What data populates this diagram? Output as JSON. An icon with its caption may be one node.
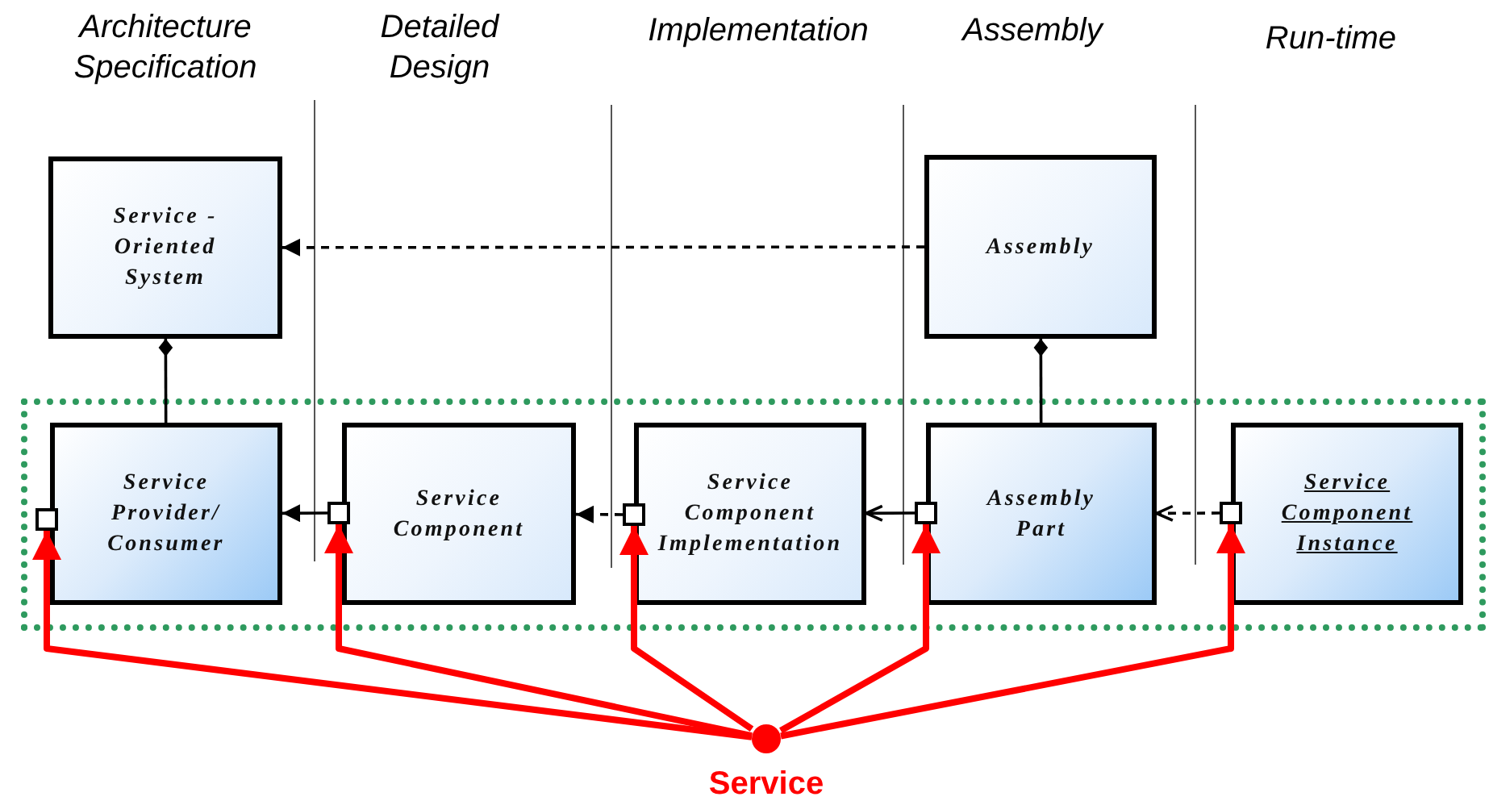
{
  "diagram": {
    "nodes": [
      {
        "text": [
          "Service - Oriented System"
        ]
      },
      {
        "text": [
          "Assembly"
        ]
      },
      {
        "text": [],
        "shape": "box"
      },
      {
        "text": [
          "Service Provider/ Consumer"
        ],
        "in": 2
      },
      {
        "text": [
          "Service Component"
        ],
        "in": 2
      },
      {
        "text": [
          "Service Component Implementation"
        ],
        "in": 2
      },
      {
        "text": [
          "Assembly Part"
        ],
        "in": 2
      },
      {
        "text": [
          "Service Component Instance"
        ],
        "in": 2
      },
      {
        "text": [],
        "shape": "box",
        "in": 2
      },
      {
        "text": [],
        "shape": "box",
        "in": 2
      },
      {
        "text": [],
        "shape": "box",
        "in": 2
      },
      {
        "text": [],
        "shape": "box",
        "in": 2
      },
      {
        "text": [],
        "shape": "box",
        "in": 2
      },
      {
        "text": [
          "Service"
        ]
      }
    ],
    "edges": [
      {
        "from": 1,
        "to": 0,
        "arrow": "to",
        "style": "dashed"
      },
      {
        "from": 0,
        "to": 3,
        "arrow": "other"
      },
      {
        "from": 1,
        "to": 6,
        "arrow": "other"
      },
      {
        "from": 9,
        "to": 3,
        "arrow": "to"
      },
      {
        "from": 10,
        "to": 4,
        "arrow": "to",
        "style": "dashed"
      },
      {
        "from": 11,
        "to": 5,
        "arrow": "to"
      },
      {
        "from": 12,
        "to": 6,
        "arrow": "to",
        "style": "dashed"
      },
      {
        "from": 13,
        "to": 8,
        "arrow": "to",
        "style": "thick",
        "color": "#ff0000"
      },
      {
        "from": 13,
        "to": 9,
        "arrow": "to",
        "style": "thick",
        "color": "#ff0000"
      },
      {
        "from": 13,
        "to": 10,
        "arrow": "to",
        "style": "thick",
        "color": "#ff0000"
      },
      {
        "from": 13,
        "to": 11,
        "arrow": "to",
        "style": "thick",
        "color": "#ff0000"
      },
      {
        "from": 13,
        "to": 12,
        "arrow": "to",
        "style": "thick",
        "color": "#ff0000"
      }
    ],
    "labels": [
      "Architecture Specification",
      "Detailed Design",
      "Implementation",
      "Assembly",
      "Run-time"
    ]
  }
}
